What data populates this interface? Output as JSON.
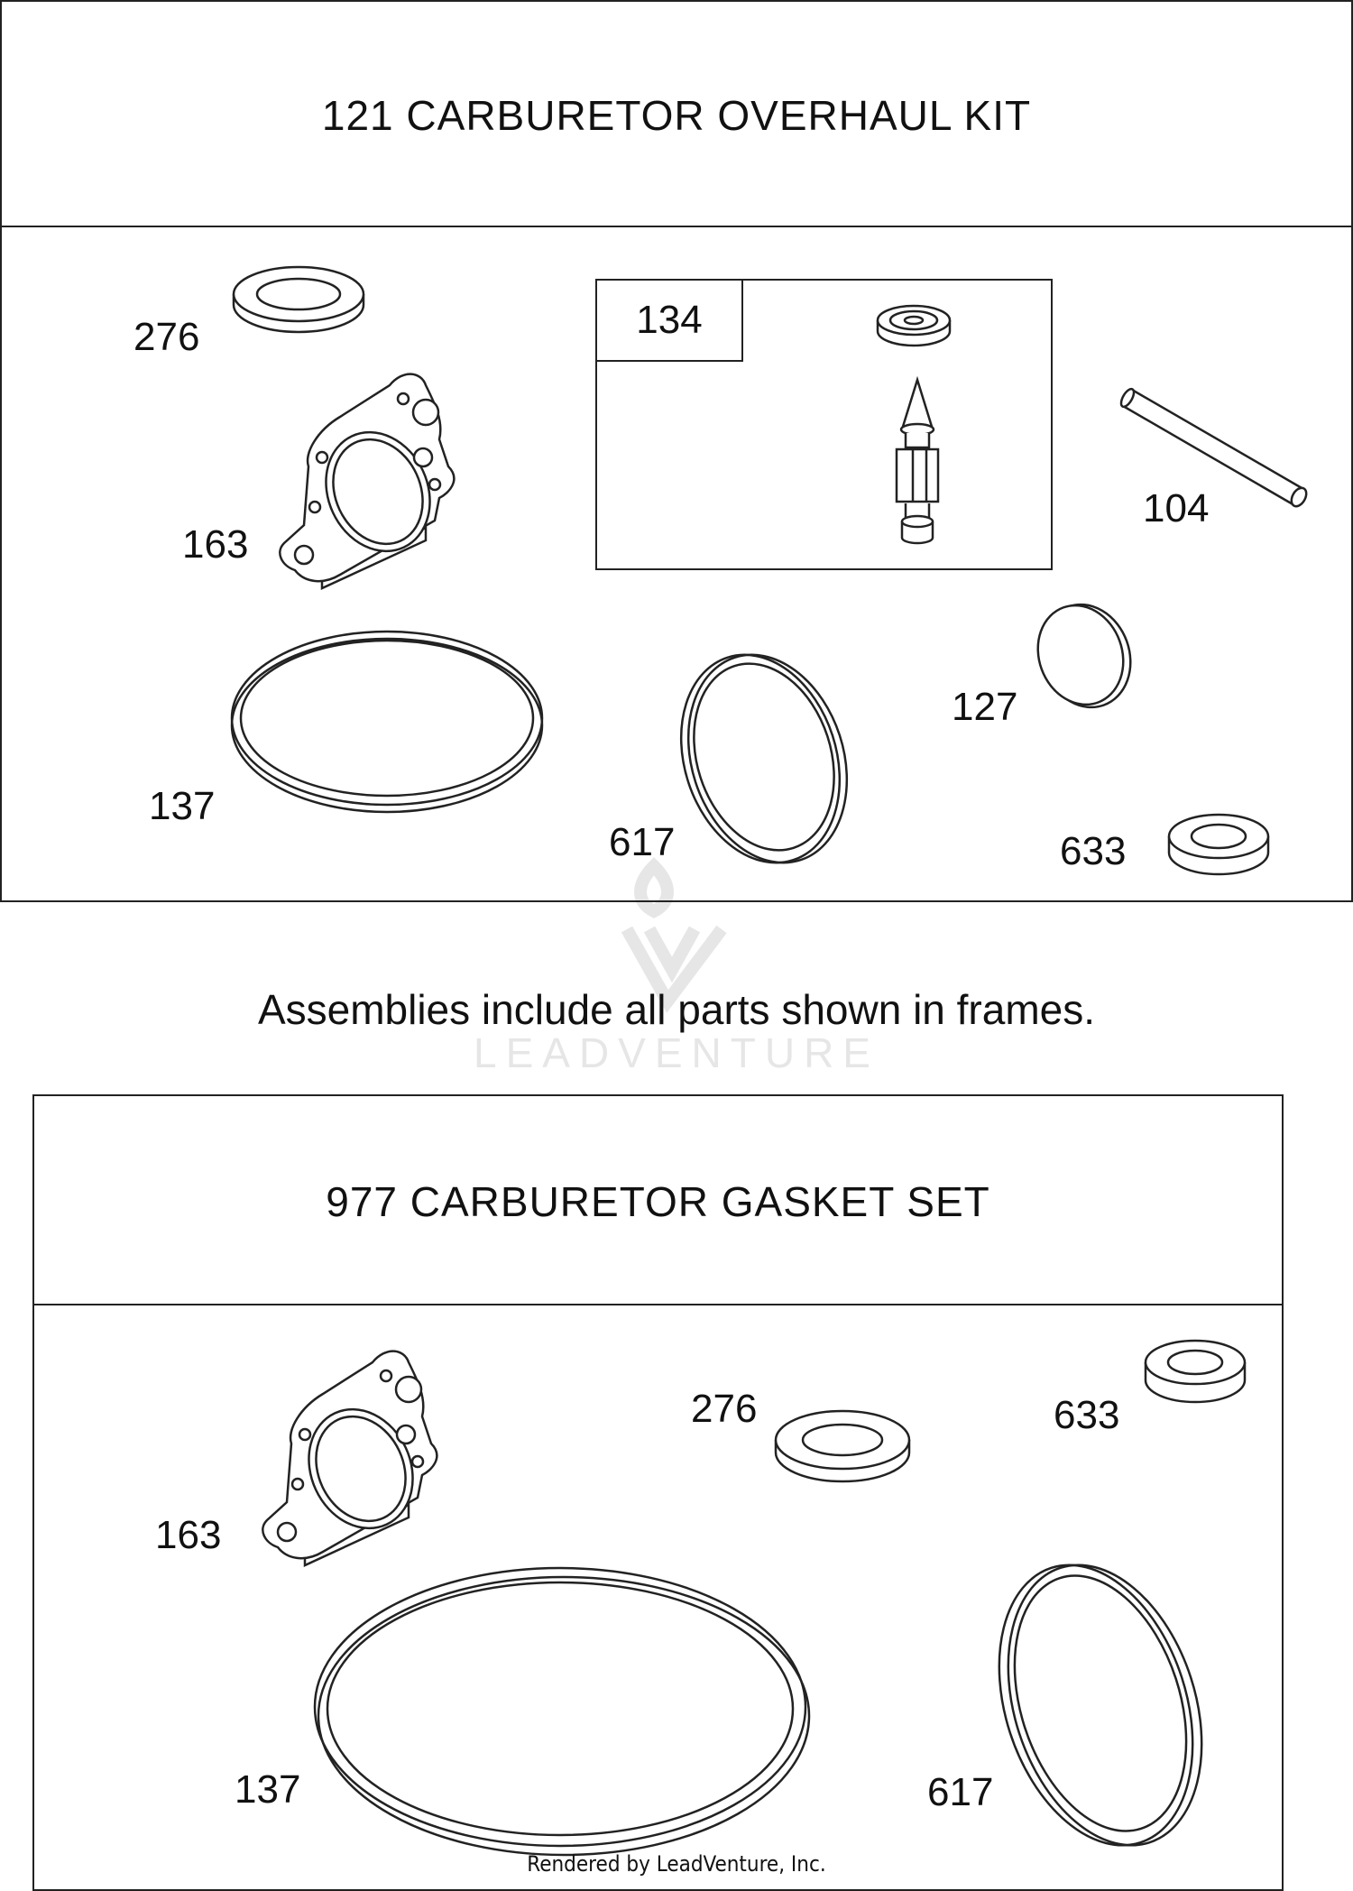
{
  "kit1": {
    "title": "121 CARBURETOR OVERHAUL KIT",
    "sub_assembly_label": "134",
    "labels": {
      "p276": "276",
      "p163": "163",
      "p104": "104",
      "p127": "127",
      "p137": "137",
      "p617": "617",
      "p633": "633"
    }
  },
  "note": "Assemblies include all parts shown in frames.",
  "kit2": {
    "title": "977 CARBURETOR GASKET SET",
    "labels": {
      "p276": "276",
      "p633": "633",
      "p163": "163",
      "p137": "137",
      "p617": "617"
    }
  },
  "watermark": "LEADVENTURE",
  "credit": "Rendered by LeadVenture, Inc.",
  "colors": {
    "line": "#222222",
    "watermark": "#e6e6e6"
  }
}
